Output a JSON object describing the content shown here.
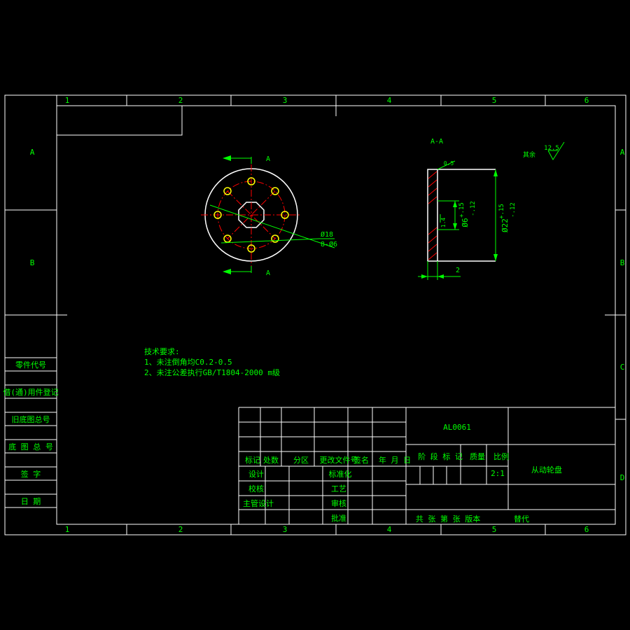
{
  "colors": {
    "background": "#000000",
    "frame": "#ffffff",
    "annotation": "#00ff00",
    "centerline": "#ff0000",
    "hatch": "#ff0000",
    "hole": "#ffff00"
  },
  "grid": {
    "columns": [
      "1",
      "2",
      "3",
      "4",
      "5",
      "6"
    ],
    "rows": [
      "A",
      "B",
      "C",
      "D"
    ]
  },
  "front_view": {
    "section_mark": "A",
    "hole_dia": "Ø18",
    "hole_count": "8-Ø6"
  },
  "section_view": {
    "title": "A-A",
    "roughness_prefix": "其余",
    "roughness_value": "12.5",
    "chamfer": "0.5",
    "dim_inner": "Ø6",
    "dim_inner_upper": "+.15",
    "dim_inner_lower": "-.12",
    "dim_outer": "Ø22",
    "dim_outer_upper": "+.15",
    "dim_outer_lower": "-.12",
    "dim_small": "1.4",
    "dim_thickness": "2"
  },
  "tech_requirements": {
    "title": "技术要求:",
    "line1": "1、未注倒角均C0.2-0.5",
    "line2": "2、未注公差执行GB/T1804-2000 m级"
  },
  "left_table": [
    "零件代号",
    "借(通)用件登记",
    "旧底图总号",
    "底 图 总 号",
    "签   字",
    "日   期"
  ],
  "title_block": {
    "drawing_no": "AL0061",
    "part_name": "从动轮盘",
    "scale": "2:1",
    "h_mark": "标记",
    "h_count": "处数",
    "h_zone": "分区",
    "h_docno": "更改文件号",
    "h_sign": "签名",
    "h_date": "年 月 日",
    "h_stage": "阶 段 标 记",
    "h_weight": "质量",
    "h_scale": "比例",
    "design": "设计",
    "std": "标准化",
    "check": "校核",
    "process": "工艺",
    "chief": "主管设计",
    "review": "审核",
    "approve": "批准",
    "sheets": "共  张 第  张 版本",
    "replace": "替代"
  }
}
